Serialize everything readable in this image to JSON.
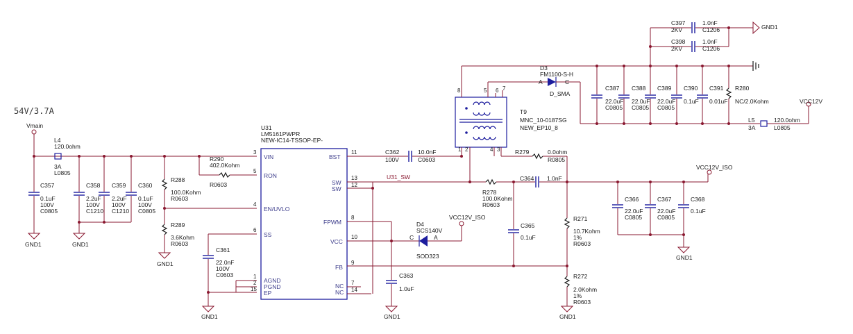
{
  "supply_note": "54V/3.7A",
  "nets": {
    "vmain": "Vmain",
    "vcc12v": "VCC12V",
    "vcc12v_iso_top": "VCC12V_ISO",
    "vcc12v_iso_d4": "VCC12V_ISO",
    "u31_sw": "U31_SW",
    "gnd": "GND1"
  },
  "ic": {
    "ref": "U31",
    "part": "LM5161PWPR",
    "footprint": "NEW-IC14-TSSOP-EP-",
    "left_pins": [
      {
        "num": "3",
        "name": "VIN"
      },
      {
        "num": "5",
        "name": "RON"
      },
      {
        "num": "4",
        "name": "EN/UVLO"
      },
      {
        "num": "6",
        "name": "SS"
      },
      {
        "num": "1",
        "name": "AGND"
      },
      {
        "num": "2",
        "name": "PGND"
      },
      {
        "num": "15",
        "name": "EP"
      }
    ],
    "right_pins": [
      {
        "num": "11",
        "name": "BST"
      },
      {
        "num": "13",
        "name": "SW"
      },
      {
        "num": "12",
        "name": "SW"
      },
      {
        "num": "8",
        "name": "FPWM"
      },
      {
        "num": "10",
        "name": "VCC"
      },
      {
        "num": "9",
        "name": "FB"
      },
      {
        "num": "7",
        "name": "NC"
      },
      {
        "num": "14",
        "name": "NC"
      }
    ]
  },
  "inductors": [
    {
      "ref": "L4",
      "value": "120.0ohm",
      "rating": "3A",
      "pkg": "L0805"
    },
    {
      "ref": "L5",
      "value": "120.0ohm",
      "rating": "3A",
      "pkg": "L0805"
    }
  ],
  "capacitors": [
    {
      "ref": "C357",
      "value": "0.1uF",
      "voltage": "100V",
      "pkg": "C0805"
    },
    {
      "ref": "C358",
      "value": "2.2uF",
      "voltage": "100V",
      "pkg": "C1210"
    },
    {
      "ref": "C359",
      "value": "2.2uF",
      "voltage": "100V",
      "pkg": "C1210"
    },
    {
      "ref": "C360",
      "value": "0.1uF",
      "voltage": "100V",
      "pkg": "C0805"
    },
    {
      "ref": "C361",
      "value": "22.0nF",
      "voltage": "100V",
      "pkg": "C0603"
    },
    {
      "ref": "C362",
      "value": "10.0nF",
      "voltage": "100V",
      "pkg": "C0603"
    },
    {
      "ref": "C363",
      "value": "1.0uF"
    },
    {
      "ref": "C364",
      "value": "1.0nF"
    },
    {
      "ref": "C365",
      "value": "0.1uF"
    },
    {
      "ref": "C366",
      "value": "22.0uF",
      "pkg": "C0805"
    },
    {
      "ref": "C367",
      "value": "22.0uF",
      "pkg": "C0805"
    },
    {
      "ref": "C368",
      "value": "0.1uF"
    },
    {
      "ref": "C387",
      "value": "22.0uF",
      "pkg": "C0805"
    },
    {
      "ref": "C388",
      "value": "22.0uF",
      "pkg": "C0805"
    },
    {
      "ref": "C389",
      "value": "22.0uF",
      "pkg": "C0805"
    },
    {
      "ref": "C390",
      "value": "0.1uF"
    },
    {
      "ref": "C391",
      "value": "0.01uF"
    },
    {
      "ref": "C397",
      "value": "1.0nF",
      "voltage": "2KV",
      "pkg": "C1206"
    },
    {
      "ref": "C398",
      "value": "1.0nF",
      "voltage": "2KV",
      "pkg": "C1206"
    }
  ],
  "resistors": [
    {
      "ref": "R288",
      "value": "100.0Kohm",
      "pkg": "R0603"
    },
    {
      "ref": "R289",
      "value": "3.6Kohm",
      "pkg": "R0603"
    },
    {
      "ref": "R290",
      "value": "402.0Kohm",
      "pkg": "R0603"
    },
    {
      "ref": "R278",
      "value": "100.0Kohm",
      "pkg": "R0603"
    },
    {
      "ref": "R279",
      "value": "0.0ohm",
      "pkg": "R0805"
    },
    {
      "ref": "R271",
      "value": "10.7Kohm",
      "tol": "1%",
      "pkg": "R0603"
    },
    {
      "ref": "R272",
      "value": "2.0Kohm",
      "tol": "1%",
      "pkg": "R0603"
    },
    {
      "ref": "R280",
      "value": "NC/2.0Kohm"
    }
  ],
  "diodes": [
    {
      "ref": "D3",
      "part": "FM1100-S-H",
      "pkg": "D_SMA",
      "anode": "A",
      "cathode": "C"
    },
    {
      "ref": "D4",
      "part": "SCS140V",
      "pkg": "SOD323",
      "anode": "A",
      "cathode": "C"
    }
  ],
  "transformer": {
    "ref": "T9",
    "part": "MNC_10-0187SG",
    "pkg": "NEW_EP10_8",
    "pins": [
      "8",
      "5",
      "6",
      "7",
      "1",
      "2",
      "4",
      "3"
    ]
  }
}
